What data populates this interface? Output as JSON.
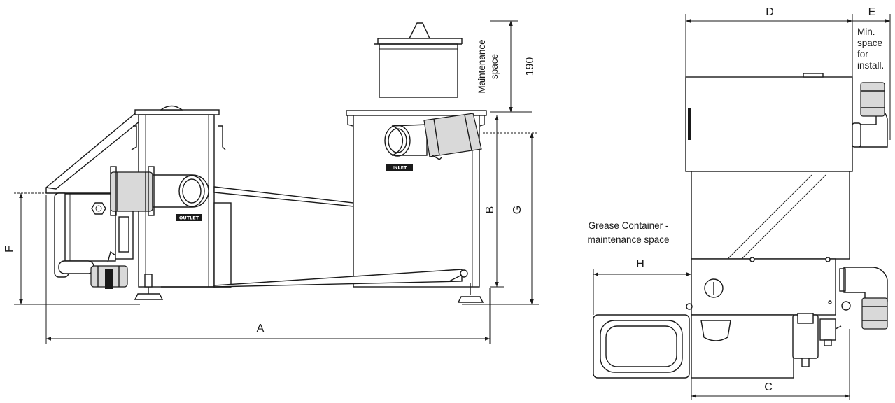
{
  "side_view": {
    "dim_a": "A",
    "dim_b": "B",
    "dim_f": "F",
    "dim_g": "G",
    "dim_190": "190",
    "maintenance_label_1": "Maintenance",
    "maintenance_label_2": "space",
    "inlet_label": "INLET",
    "outlet_label": "OUTLET"
  },
  "top_view": {
    "dim_c": "C",
    "dim_d": "D",
    "dim_e": "E",
    "dim_h": "H",
    "min_space_lines": [
      "Min.",
      "space",
      "for",
      "install."
    ],
    "grease_label_1": "Grease Container -",
    "grease_label_2": "maintenance space"
  }
}
